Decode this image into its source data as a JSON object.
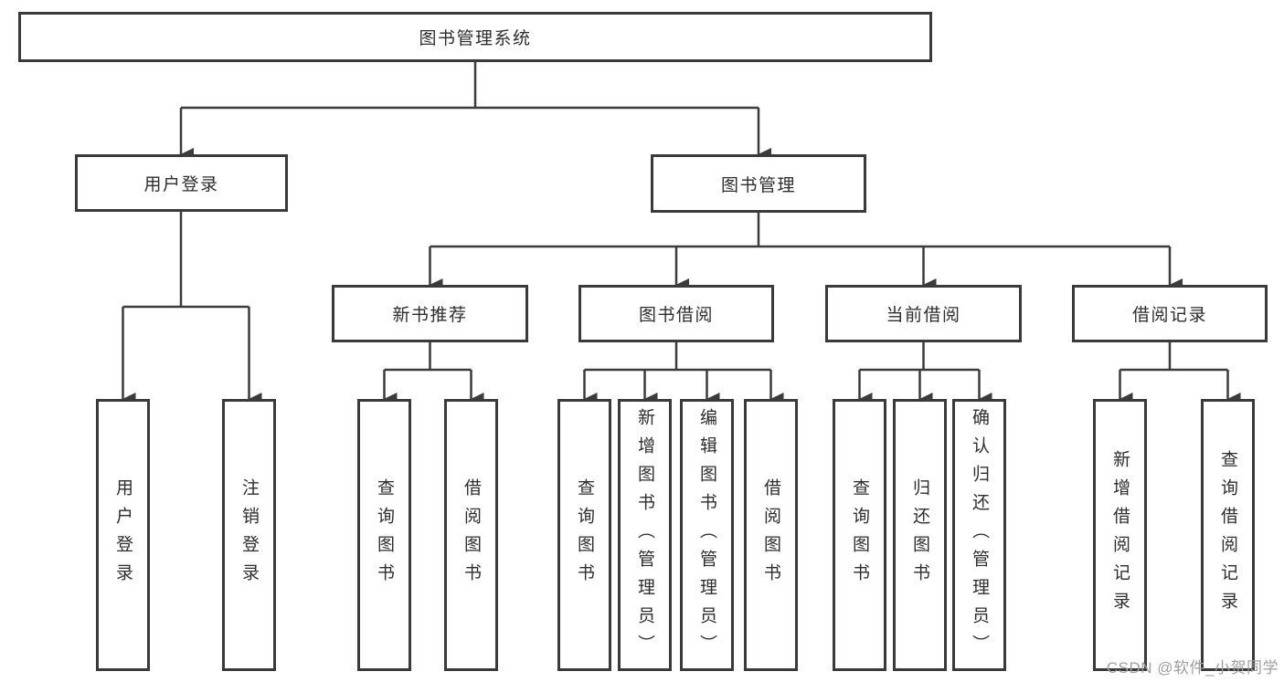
{
  "tree": {
    "root": {
      "label": "图书管理系统"
    },
    "login": {
      "label": "用户登录",
      "children": [
        {
          "label": "用户登录"
        },
        {
          "label": "注销登录"
        }
      ]
    },
    "mgmt": {
      "label": "图书管理",
      "groups": [
        {
          "label": "新书推荐",
          "children": [
            {
              "label": "查询图书"
            },
            {
              "label": "借阅图书"
            }
          ]
        },
        {
          "label": "图书借阅",
          "children": [
            {
              "label": "查询图书"
            },
            {
              "label": "新增图书（管理员）"
            },
            {
              "label": "编辑图书（管理员）"
            },
            {
              "label": "借阅图书"
            }
          ]
        },
        {
          "label": "当前借阅",
          "children": [
            {
              "label": "查询图书"
            },
            {
              "label": "归还图书"
            },
            {
              "label": "确认归还（管理员）"
            }
          ]
        },
        {
          "label": "借阅记录",
          "children": [
            {
              "label": "新增借阅记录"
            },
            {
              "label": "查询借阅记录"
            }
          ]
        }
      ]
    }
  },
  "watermark": "CSDN @软件_小贺同学",
  "colors": {
    "line": "#3b3b3b",
    "box_border": "#3a3a3a",
    "text": "#2d2d2d",
    "watermark": "#9e9e9e",
    "background": "#ffffff"
  }
}
